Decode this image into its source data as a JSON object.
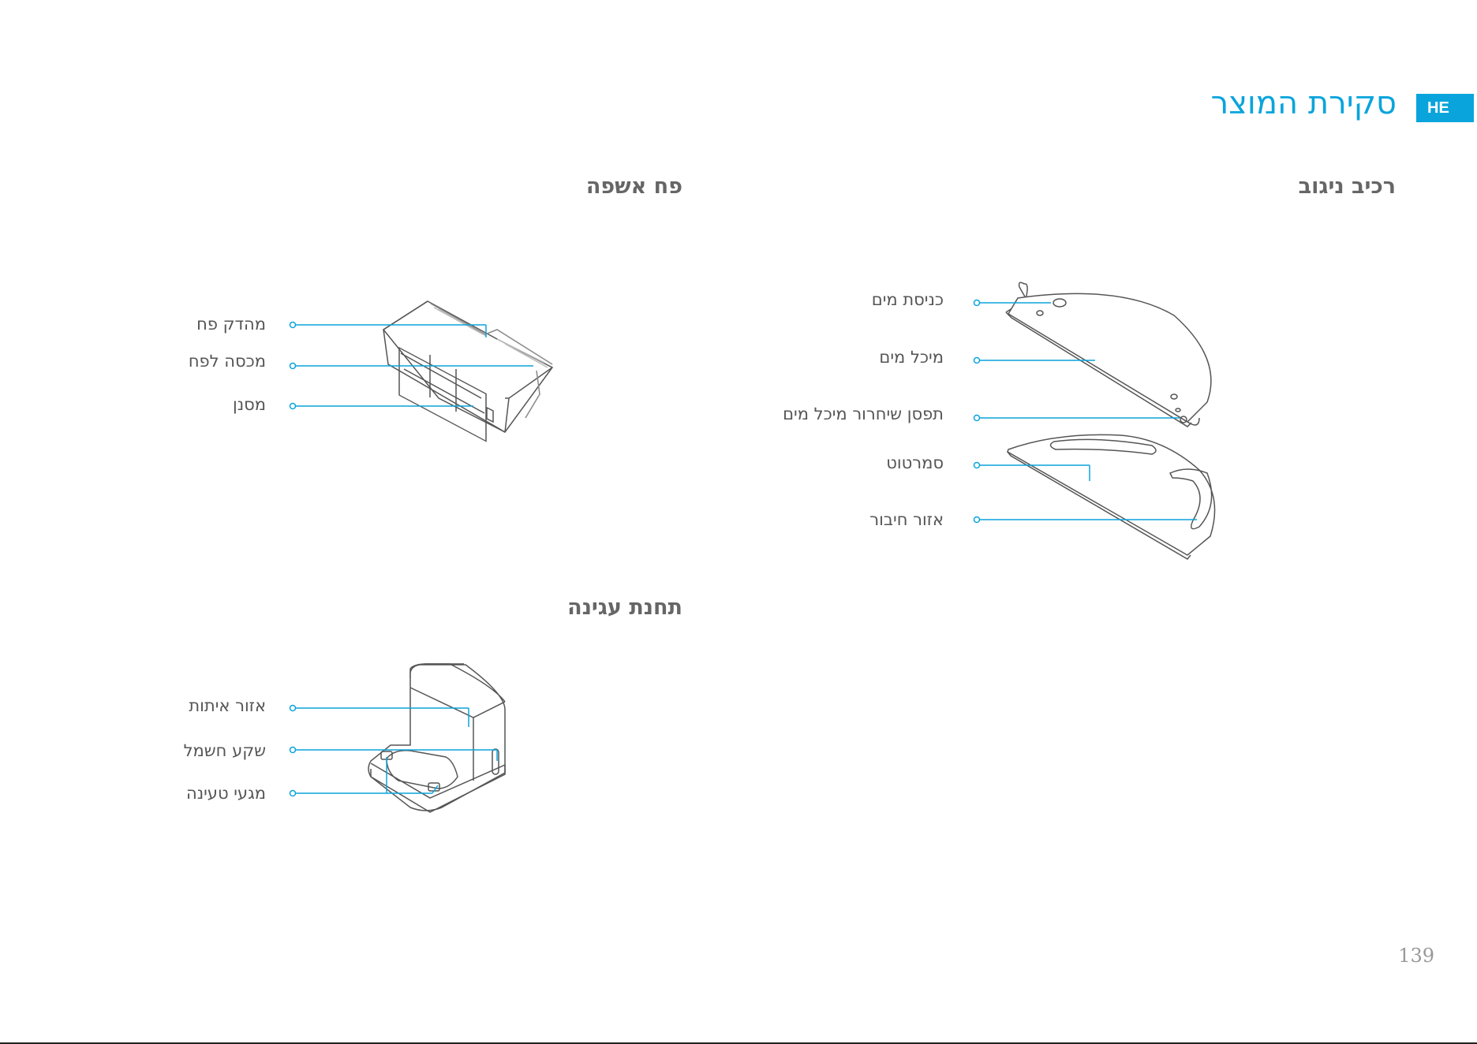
{
  "lang": "HE",
  "title": "סקירת המוצר",
  "page_number": "139",
  "sections": {
    "mop": {
      "heading": "רכיב ניגוב",
      "labels": [
        "כניסת מים",
        "מיכל מים",
        "תפסן שיחרור מיכל מים",
        "סמרטוט",
        "אזור חיבור"
      ]
    },
    "dustbin": {
      "heading": "פח אשפה",
      "labels": [
        "מהדק פח",
        "מכסה לפח",
        "מסנן"
      ]
    },
    "dock": {
      "heading": "תחנת עגינה",
      "labels": [
        "אזור איתות",
        "שקע חשמל",
        "מגעי טעינה"
      ]
    }
  },
  "colors": {
    "accent": "#0aa4dc",
    "label": "#555555",
    "heading": "#666666"
  }
}
